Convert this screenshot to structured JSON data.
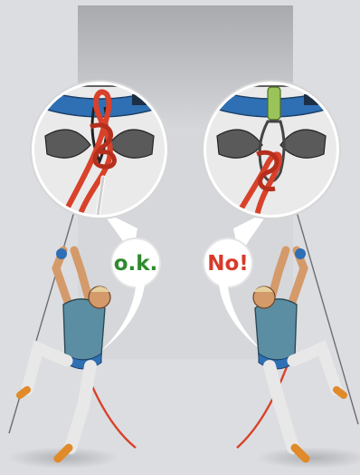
{
  "labels": {
    "ok": "o.k.",
    "no": "No!"
  },
  "colors": {
    "background": "#dcdde0",
    "wall": "#b4b5b8",
    "ok_text": "#2e8b2e",
    "no_text": "#d83a2a",
    "rope": "#d8412a",
    "harness_blue": "#2f6fb3",
    "skin": "#d49a6a",
    "shirt": "#5b8ea3",
    "pants": "#e8e8e8"
  },
  "icons": {
    "left_detail": "correct-tie-in-detail-illustration",
    "right_detail": "incorrect-tie-in-detail-illustration",
    "left_climber": "climber-illustration",
    "right_climber": "climber-illustration"
  }
}
